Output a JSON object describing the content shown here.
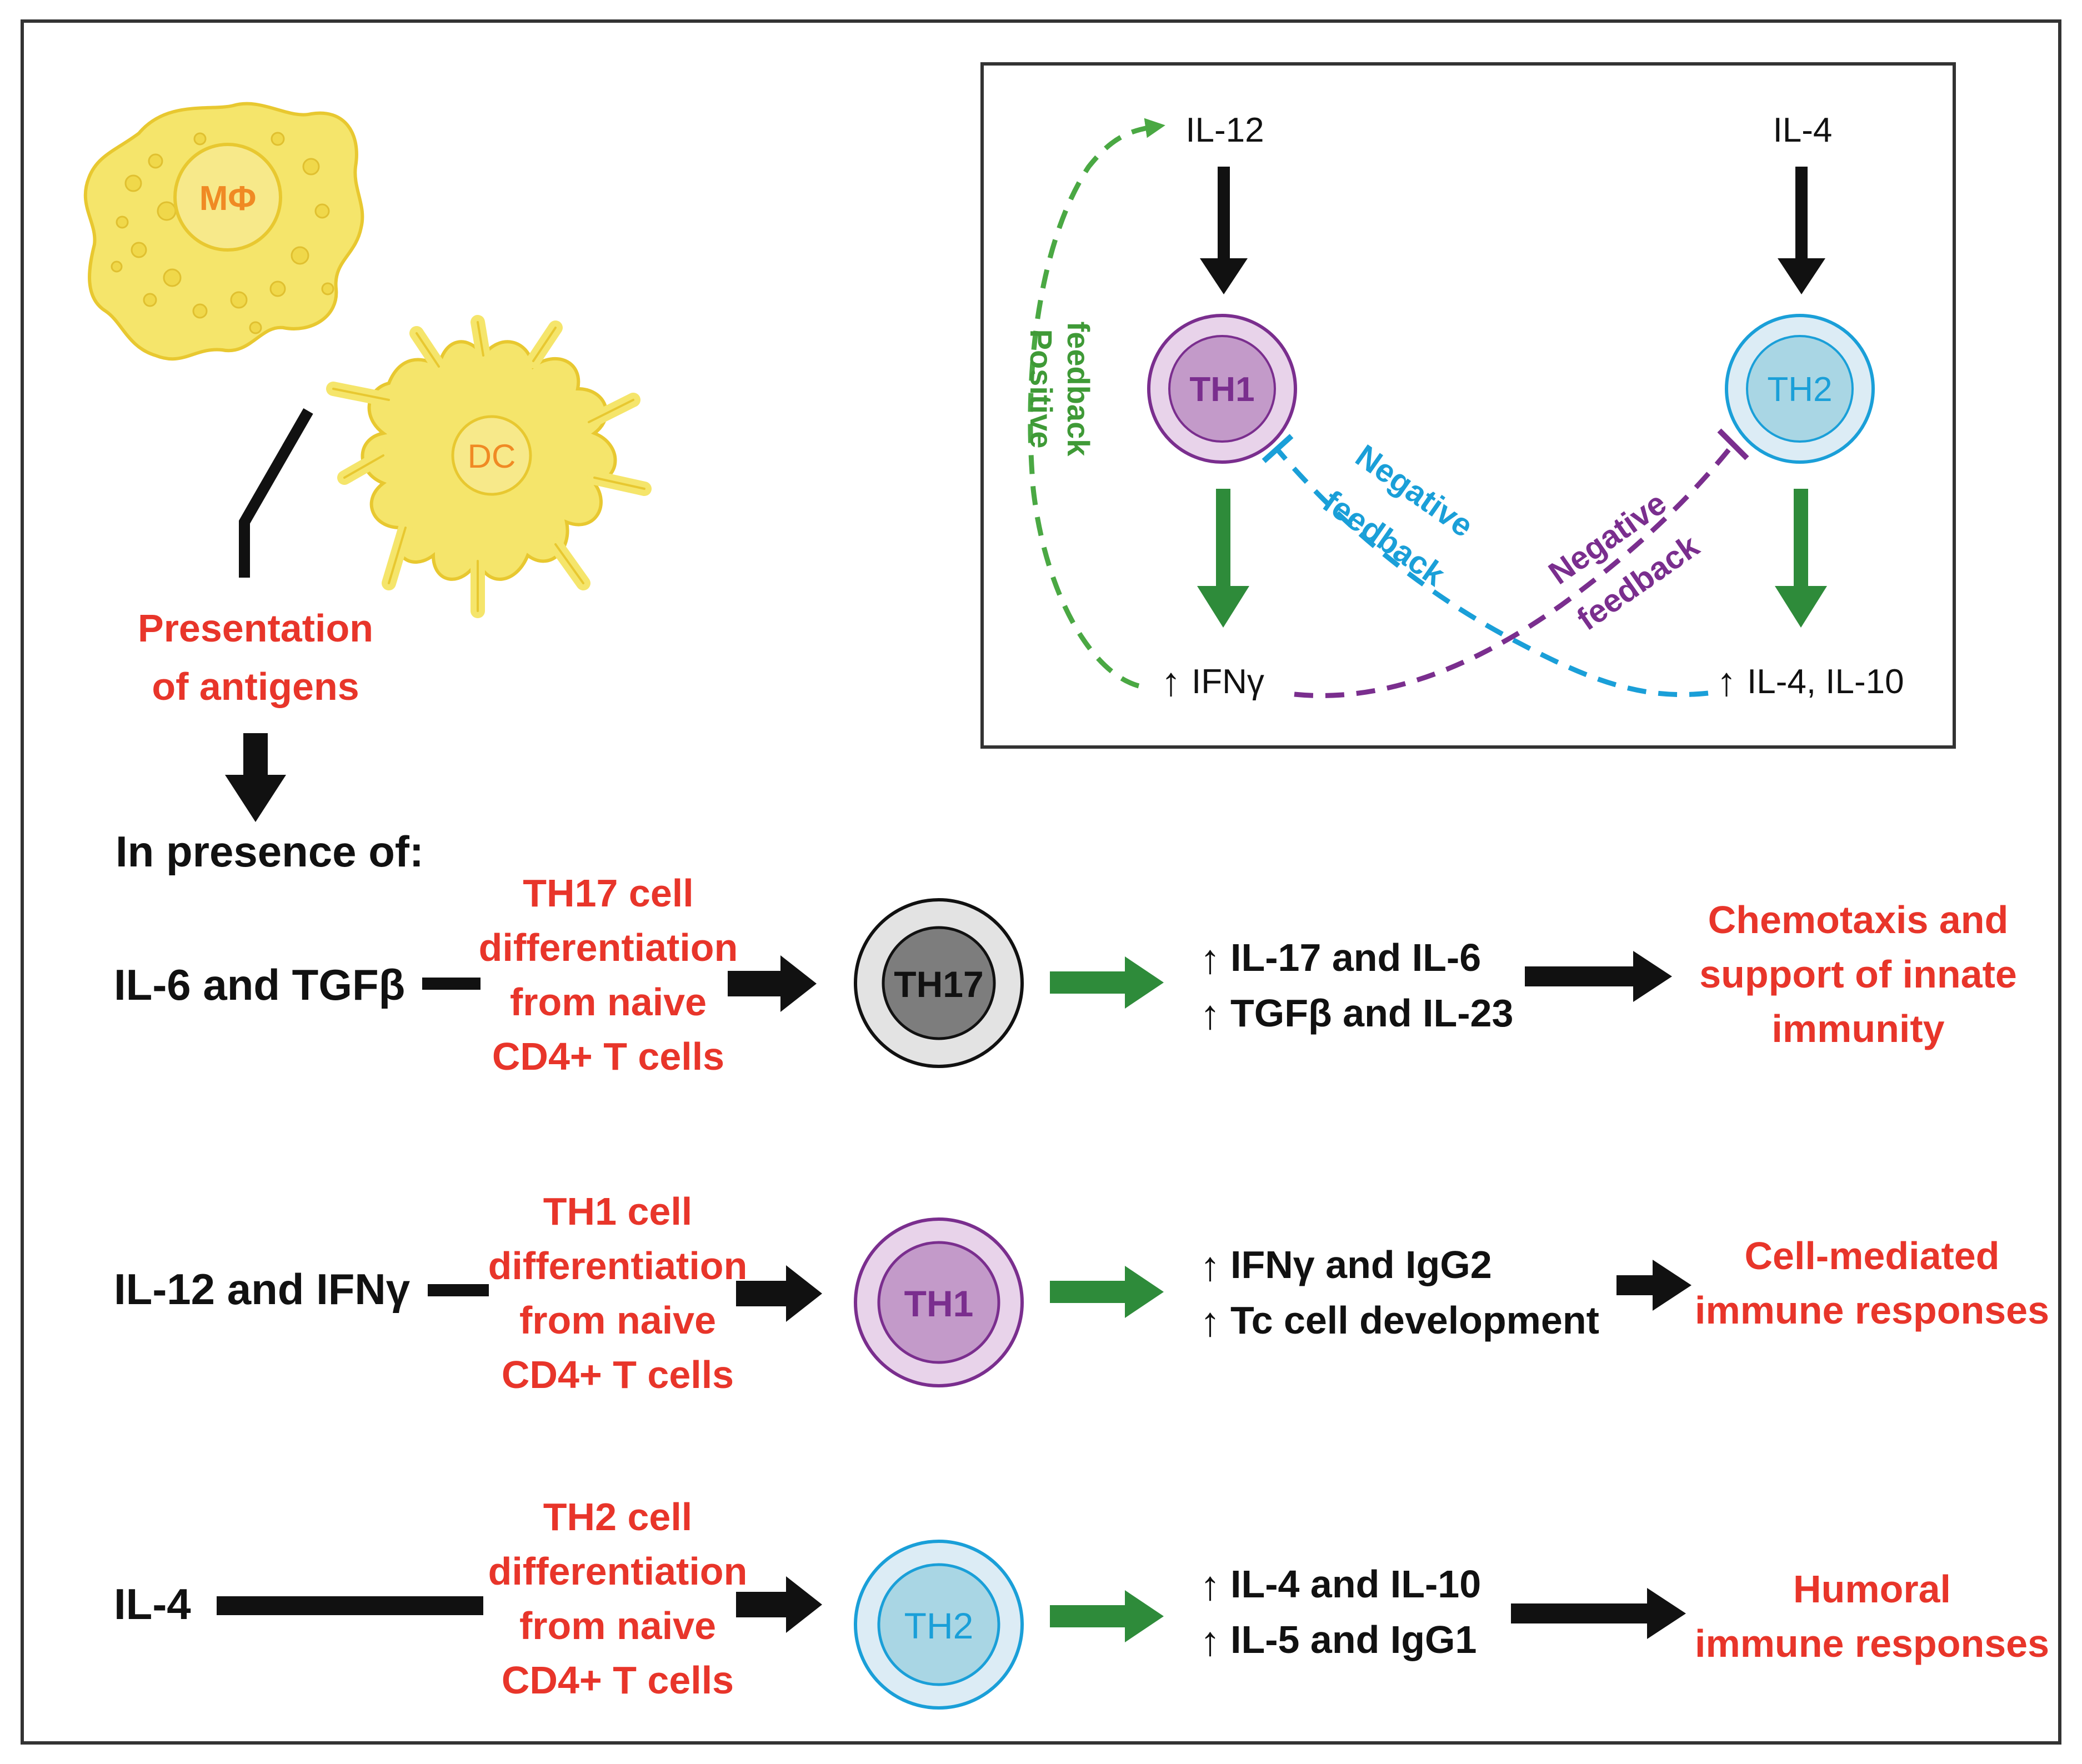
{
  "colors": {
    "black": "#111111",
    "red": "#e8352a",
    "green": "#2e8b3a",
    "lightGreen": "#4aa843",
    "blue": "#1a9fd8",
    "purple": "#7a2e8e",
    "yellow": "#f5e56b",
    "orange": "#f08a24",
    "th1Outer": "#e8d3ea",
    "th1Inner": "#c39ac9",
    "th2Outer": "#dcecf5",
    "th2Inner": "#a9d6e4",
    "th17Outer": "#e3e3e3",
    "th17Inner": "#7d7d7d"
  },
  "apc": {
    "macrophage_label": "MΦ",
    "dc_label": "DC",
    "presentation_line1": "Presentation",
    "presentation_line2": "of antigens",
    "in_presence": "In presence of:"
  },
  "inset": {
    "il12": "IL-12",
    "il4": "IL-4",
    "th1": "TH1",
    "th2": "TH2",
    "ifng": "IFNγ",
    "il4_il10": "IL-4, IL-10",
    "positive_feedback_1": "Positive",
    "positive_feedback_2": "feedback",
    "negative_blue_1": "Negative",
    "negative_blue_2": "feedback",
    "negative_purple_1": "Negative",
    "negative_purple_2": "feedback"
  },
  "rows": [
    {
      "input": "IL-6 and TGFβ",
      "diff": [
        "TH17 cell",
        "differentiation",
        "from naive",
        "CD4+ T cells"
      ],
      "cell": "TH17",
      "outputs": [
        "IL-17 and IL-6",
        "TGFβ and IL-23"
      ],
      "result": [
        "Chemotaxis  and",
        "support of innate",
        "immunity"
      ]
    },
    {
      "input": "IL-12 and IFNγ",
      "diff": [
        "TH1 cell",
        "differentiation",
        "from naive",
        "CD4+ T cells"
      ],
      "cell": "TH1",
      "outputs": [
        "IFNγ and IgG2",
        "Tc cell development"
      ],
      "result": [
        "Cell-mediated",
        "immune responses"
      ]
    },
    {
      "input": "IL-4",
      "diff": [
        "TH2 cell",
        "differentiation",
        "from naive",
        "CD4+ T cells"
      ],
      "cell": "TH2",
      "outputs": [
        "IL-4 and IL-10",
        "IL-5 and IgG1"
      ],
      "result": [
        "Humoral",
        "immune responses"
      ]
    }
  ],
  "up_arrow": "↑"
}
